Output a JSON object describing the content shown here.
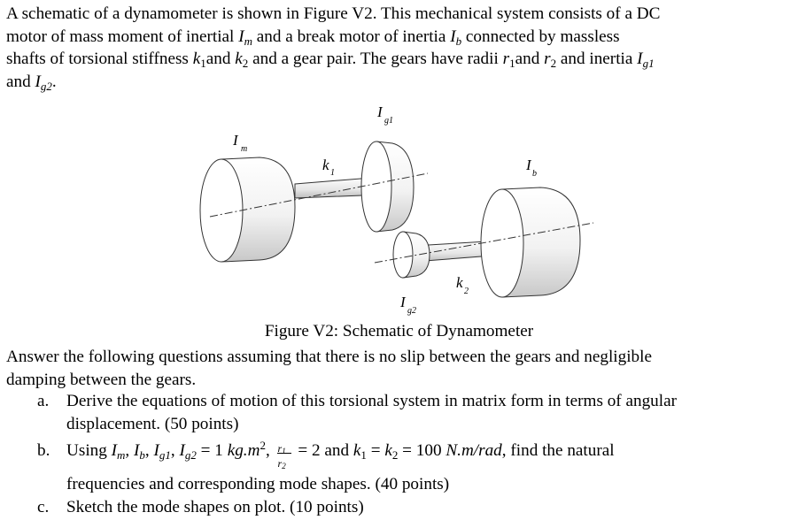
{
  "intro": {
    "l1a": "A schematic of a dynamometer is shown in Figure V2. This mechanical system consists of a DC",
    "l2a": "motor of mass moment of inertial ",
    "l2b": " and a break motor of inertia ",
    "l2c": " connected by massless",
    "l3a": "shafts of torsional stiffness ",
    "l3b": "and ",
    "l3c": " and a gear pair. The gears have radii ",
    "l3d": "and ",
    "l3e": " and inertia ",
    "l4a": "and ",
    "l4b": "."
  },
  "sym": {
    "I": "I",
    "k": "k",
    "r": "r",
    "m": "m",
    "b": "b",
    "g1": "g1",
    "g2": "g2",
    "one": "1",
    "two": "2"
  },
  "figure": {
    "label_Im": "I",
    "label_Im_sub": "m",
    "label_Ig1": "I",
    "label_Ig1_sub": "g1",
    "label_Ib": "I",
    "label_Ib_sub": "b",
    "label_Ig2": "I",
    "label_Ig2_sub": "g2",
    "label_k1": "k",
    "label_k1_sub": "1",
    "label_k2": "k",
    "label_k2_sub": "2"
  },
  "caption": "Figure V2: Schematic of Dynamometer",
  "answer": {
    "l1": "Answer the following questions assuming that there is no slip between the gears and negligible",
    "l2": "damping between the gears."
  },
  "questions": {
    "a_label": "a.",
    "a_l1": "Derive the equations of motion of this torsional system in matrix form in terms of angular",
    "a_l2": "displacement. (50 points)",
    "b_label": "b.",
    "b_t1": "Using ",
    "b_t2": " = 1 ",
    "b_unit1": "kg.m",
    "b_t3": " = 2 and ",
    "b_t4": " = ",
    "b_t5": " = 100 ",
    "b_unit2": "N.m/rad",
    "b_t6": ", find the natural",
    "b_l2": "frequencies and corresponding mode shapes. (40 points)",
    "c_label": "c.",
    "c_l1": "Sketch the mode shapes on plot. (10 points)"
  }
}
